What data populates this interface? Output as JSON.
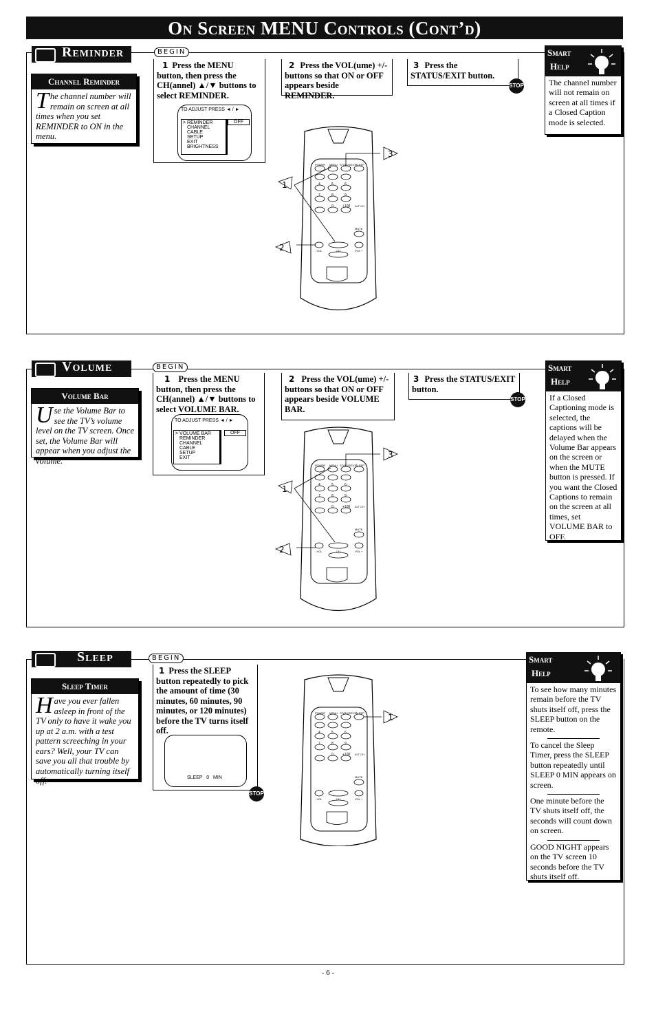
{
  "header": {
    "title": "On Screen MENU Controls (Cont’d)"
  },
  "common": {
    "begin": "BEGIN",
    "stop": "STOP",
    "smart": "Smart",
    "help": "Help"
  },
  "remote_keys": {
    "power": "POWER",
    "menu": "MENU",
    "status": "STATUS/EXIT",
    "sleep": "SLEEP",
    "n4": "4",
    "n5": "5",
    "n6": "6",
    "n7": "7",
    "n8": "8",
    "n9": "9",
    "n0": "0",
    "p100": "+100",
    "alt": "ALT CH",
    "mute": "MUTE",
    "vminus": "- VOL",
    "ch": "CH",
    "vplus": "VOL +"
  },
  "reminder": {
    "section": "Reminder",
    "intro_title": "Channel Reminder",
    "intro_cap": "T",
    "intro_text": "he channel number will remain on screen at all times when you set REMINDER to ON in the menu.",
    "step1_num": "1",
    "step1": "Press the MENU button, then press the CH(annel) ▲/▼ buttons to select REMINDER.",
    "screen_hint": "TO ADJUST PRESS ◄ / ►",
    "menu": [
      "> REMINDER",
      "CHANNEL",
      "CABLE",
      "SETUP",
      "EXIT",
      "BRIGHTNESS"
    ],
    "value": "OFF",
    "step2_num": "2",
    "step2": "Press the VOL(ume) +/- buttons so that ON or OFF appears beside REMINDER.",
    "step3_num": "3",
    "step3": "Press the STATUS/EXIT button.",
    "help": "The channel number will not remain on screen at all times if a Closed Caption mode is selected."
  },
  "volume": {
    "section": "Volume",
    "intro_title": "Volume Bar",
    "intro_cap": "U",
    "intro_text": "se the Volume Bar to see the TV’s volume level on the TV screen. Once set, the Volume Bar will appear when you adjust the volume.",
    "step1_num": "1",
    "step1": "Press the MENU button, then press the CH(annel) ▲/▼ buttons to select VOLUME BAR.",
    "screen_hint": "TO ADJUST PRESS ◄ / ►",
    "menu": [
      "> VOLUME BAR",
      "REMINDER",
      "CHANNEL",
      "CABLE",
      "SETUP",
      "EXIT"
    ],
    "value": "OFF",
    "step2_num": "2",
    "step2": "Press the VOL(ume) +/- buttons so that ON or OFF appears beside VOLUME BAR.",
    "step3_num": "3",
    "step3": "Press the STATUS/EXIT button.",
    "help": "If a Closed Captioning mode is selected, the captions will be delayed when the Volume Bar appears on the screen or when the MUTE button is pressed. If you want the Closed Captions to remain on the screen at all times, set VOLUME BAR to OFF."
  },
  "sleep": {
    "section": "Sleep",
    "intro_title": "Sleep Timer",
    "intro_cap": "H",
    "intro_text": "ave you ever fallen asleep in front of the TV only to have it wake you up at 2 a.m. with a test pattern screeching in your ears? Well, your TV can save you all that trouble by automatically turning itself off.",
    "step1_num": "1",
    "step1": "Press the SLEEP button repeatedly to pick the amount of time (30 minutes, 60 minutes, 90 minutes, or 120 minutes) before the TV turns itself off.",
    "screen_text": "SLEEP   0   MIN",
    "help1": "To see how many minutes remain before the TV shuts itself off, press the SLEEP button on the remote.",
    "help2": "To cancel the Sleep Timer, press the SLEEP button repeatedly until SLEEP 0 MIN appears on screen.",
    "help3": "One minute before the TV shuts itself off, the seconds will count down on screen.",
    "help4": "GOOD NIGHT appears on the TV screen 10 seconds before the TV shuts itself off."
  },
  "footer": {
    "page": "- 6 -"
  }
}
